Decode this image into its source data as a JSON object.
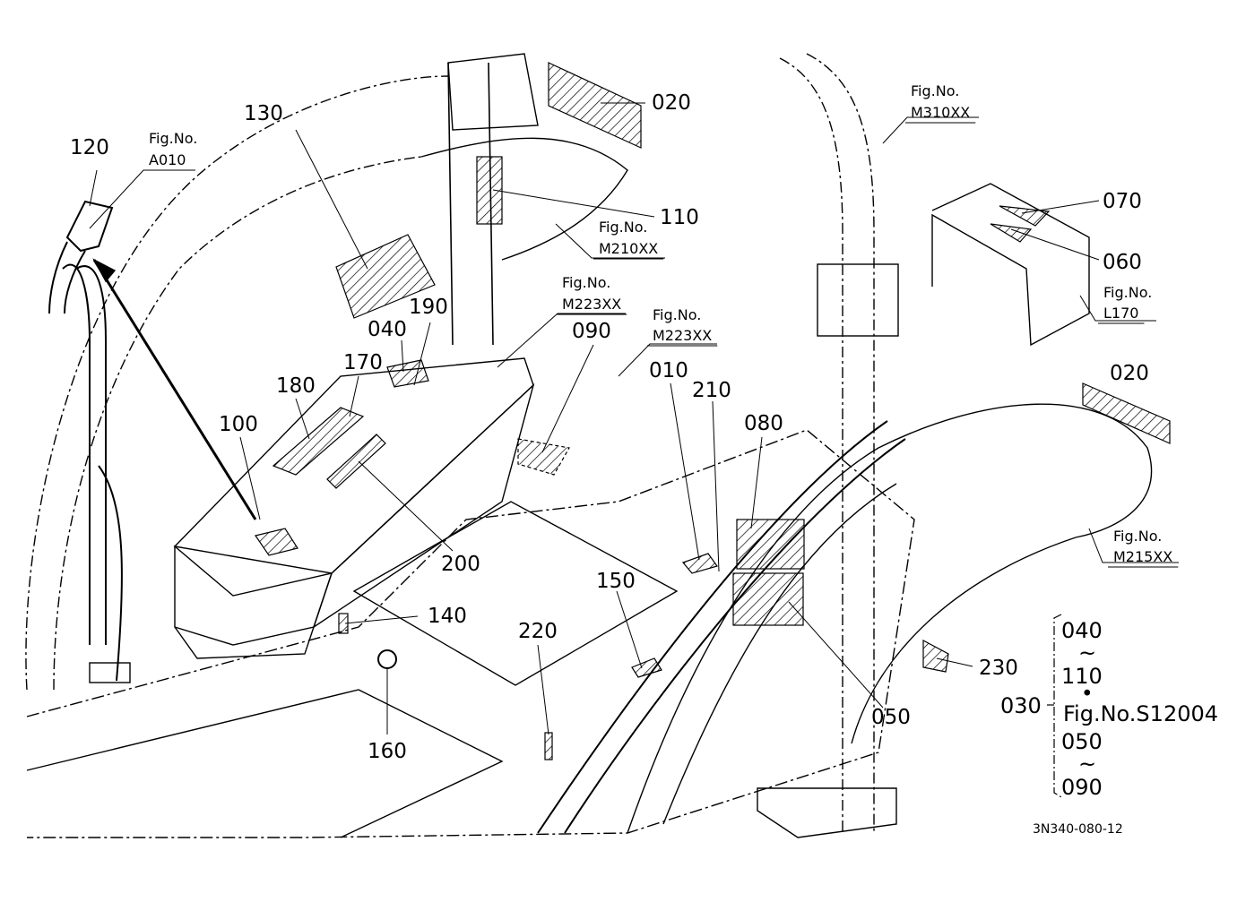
{
  "diagram": {
    "drawing_code": "3N340-080-12",
    "callouts": [
      {
        "id": "c120",
        "label": "120"
      },
      {
        "id": "c130",
        "label": "130"
      },
      {
        "id": "c020a",
        "label": "020"
      },
      {
        "id": "c110",
        "label": "110"
      },
      {
        "id": "c190",
        "label": "190"
      },
      {
        "id": "c040",
        "label": "040"
      },
      {
        "id": "c170",
        "label": "170"
      },
      {
        "id": "c180",
        "label": "180"
      },
      {
        "id": "c100",
        "label": "100"
      },
      {
        "id": "c200",
        "label": "200"
      },
      {
        "id": "c090",
        "label": "090"
      },
      {
        "id": "c010",
        "label": "010"
      },
      {
        "id": "c210",
        "label": "210"
      },
      {
        "id": "c080",
        "label": "080"
      },
      {
        "id": "c070",
        "label": "070"
      },
      {
        "id": "c060",
        "label": "060"
      },
      {
        "id": "c020b",
        "label": "020"
      },
      {
        "id": "c140",
        "label": "140"
      },
      {
        "id": "c150",
        "label": "150"
      },
      {
        "id": "c220",
        "label": "220"
      },
      {
        "id": "c160",
        "label": "160"
      },
      {
        "id": "c050",
        "label": "050"
      },
      {
        "id": "c230",
        "label": "230"
      }
    ],
    "figure_refs": [
      {
        "id": "fA010",
        "caption": "Fig.No.",
        "code": "A010"
      },
      {
        "id": "fM210",
        "caption": "Fig.No.",
        "code": "M210XX"
      },
      {
        "id": "fM223a",
        "caption": "Fig.No.",
        "code": "M223XX"
      },
      {
        "id": "fM223b",
        "caption": "Fig.No.",
        "code": "M223XX"
      },
      {
        "id": "fM310",
        "caption": "Fig.No.",
        "code": "M310XX"
      },
      {
        "id": "fL170",
        "caption": "Fig.No.",
        "code": "L170"
      },
      {
        "id": "fM215",
        "caption": "Fig.No.",
        "code": "M215XX"
      }
    ],
    "legend": {
      "set_label": "030",
      "range1_start": "040",
      "range1_tilde": "~",
      "range1_end": "110",
      "dot": "•",
      "fig_ref": "Fig.No.S12004",
      "range2_start": "050",
      "range2_tilde": "~",
      "range2_end": "090"
    }
  }
}
